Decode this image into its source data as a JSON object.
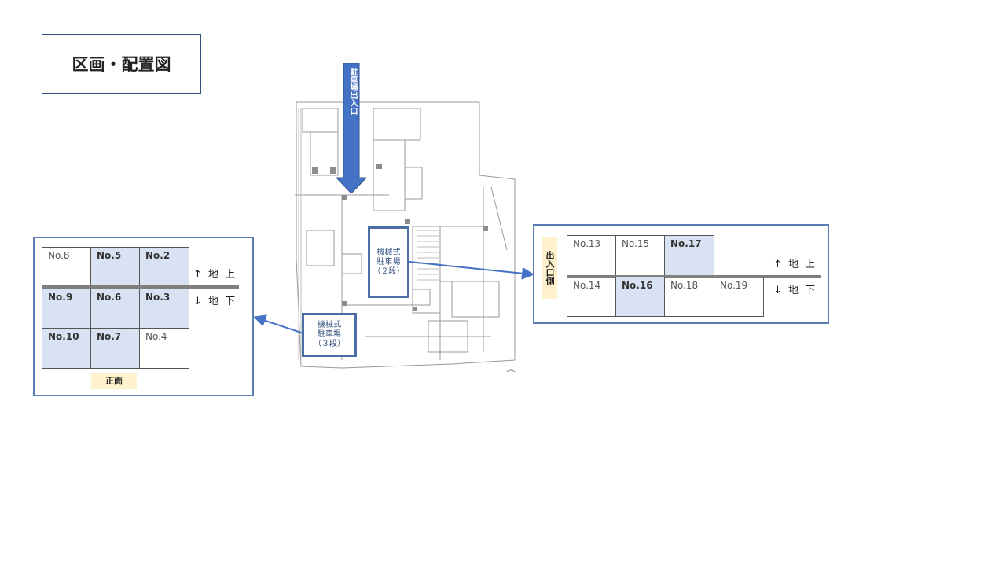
{
  "title": "区画・配置図",
  "entrance_arrow_label": "駐車場出入口",
  "mech_2": [
    "機械式",
    "駐車場",
    "（２段）"
  ],
  "mech_3": [
    "機械式",
    "駐車場",
    "（３段）"
  ],
  "left_panel": {
    "upper": [
      "No.8",
      "No.5",
      "No.2"
    ],
    "middle": [
      "No.9",
      "No.6",
      "No.3"
    ],
    "lower": [
      "No.10",
      "No.7",
      "No.4"
    ],
    "above_label": "↑ 地 上",
    "below_label": "↓ 地 下",
    "front_label": "正面"
  },
  "right_panel": {
    "side_label": "出入口側",
    "upper": [
      "No.13",
      "No.15",
      "No.17"
    ],
    "lower": [
      "No.14",
      "No.16",
      "No.18",
      "No.19"
    ],
    "above_label": "↑ 地 上",
    "below_label": "↓ 地 下"
  },
  "colors": {
    "accent": "#4472c4",
    "highlight": "#d9e2f3",
    "label_bg": "#fff2cc"
  }
}
